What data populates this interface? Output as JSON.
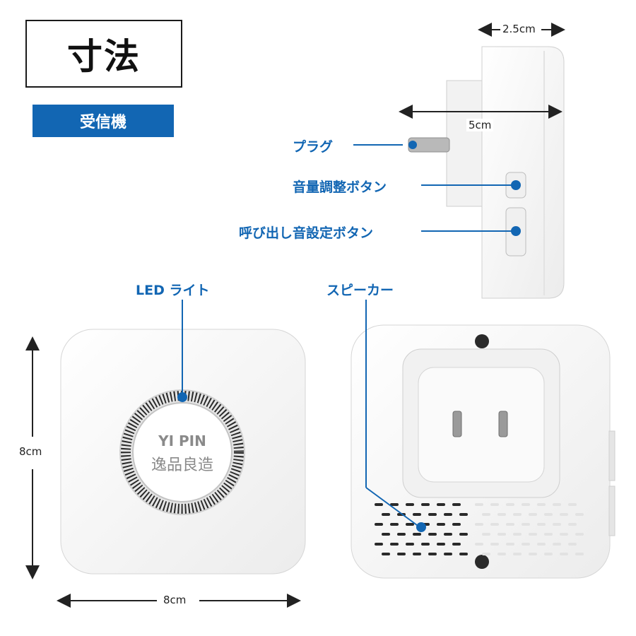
{
  "title": "寸法",
  "subtitle_tag": "受信機",
  "callouts": {
    "plug": "プラグ",
    "volume_button": "音量調整ボタン",
    "ringtone_button": "呼び出し音設定ボタン",
    "led_light": "LED ライト",
    "speaker": "スピーカー"
  },
  "dimensions": {
    "side_depth": "2.5cm",
    "side_width": "5cm",
    "front_height": "8cm",
    "front_width": "8cm"
  },
  "device_text": {
    "brand_en": "YI PIN",
    "brand_jp": "逸品良造"
  },
  "colors": {
    "accent": "#1266b3",
    "device_body": "#f7f7f7",
    "device_edge": "#d9d9d9",
    "text_dark": "#111111"
  }
}
